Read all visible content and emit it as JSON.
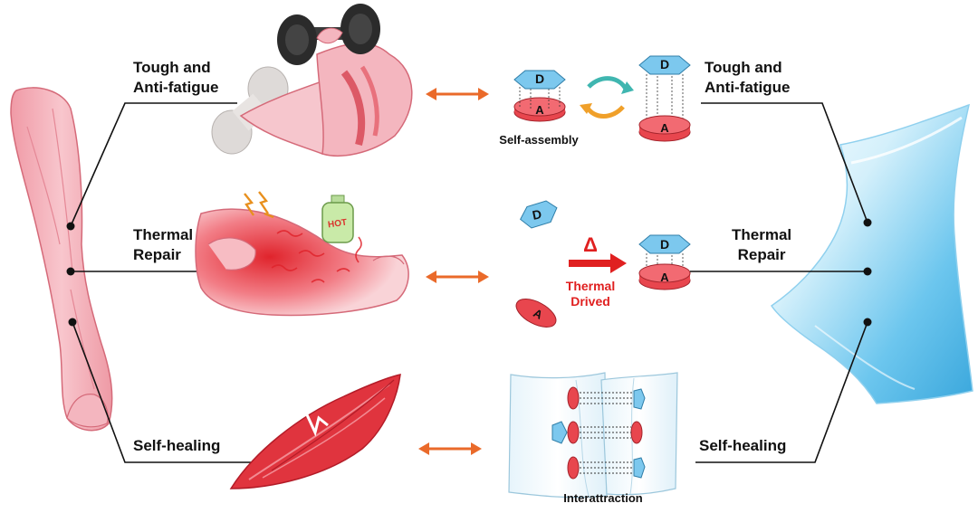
{
  "left_labels": {
    "tough_line1": "Tough and",
    "tough_line2": "Anti-fatigue",
    "thermal_line1": "Thermal",
    "thermal_line2": "Repair",
    "healing": "Self-healing"
  },
  "right_labels": {
    "tough_line1": "Tough and",
    "tough_line2": "Anti-fatigue",
    "thermal_line1": "Thermal",
    "thermal_line2": "Repair",
    "healing": "Self-healing"
  },
  "mechanisms": {
    "self_assembly": "Self-assembly",
    "thermal_symbol": "Δ",
    "thermal_line1": "Thermal",
    "thermal_line2": "Drived",
    "interattraction": "Interattraction"
  },
  "units": {
    "donor": "D",
    "acceptor": "A"
  },
  "illustration_text": {
    "hot_bottle": "HOT"
  },
  "colors": {
    "donor_blue": "#7cc8ee",
    "acceptor_red": "#e8464e",
    "arrow_orange": "#ea6a2a",
    "thermal_red": "#e02020",
    "muscle_pink": "#f4b6bf",
    "hydrogel_blue": "#6cc6ee"
  }
}
